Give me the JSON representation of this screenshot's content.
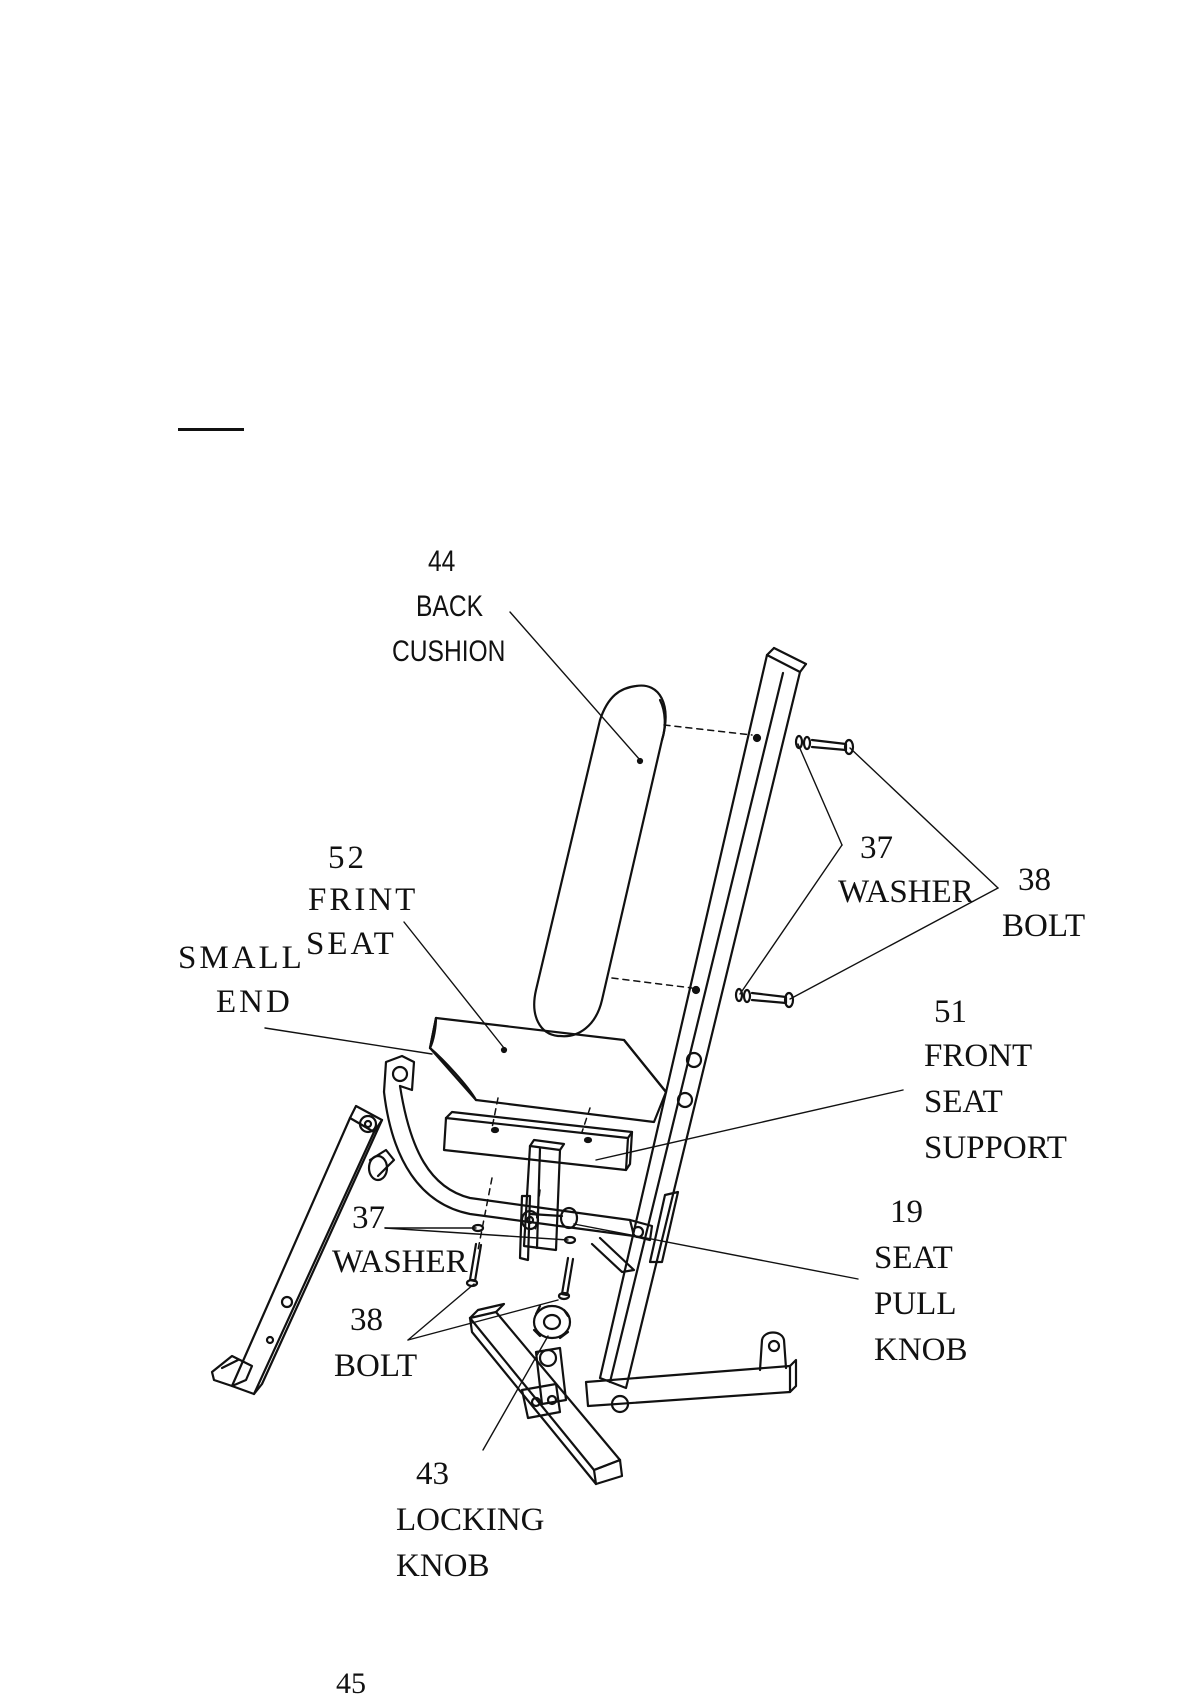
{
  "labels": {
    "back_cushion": {
      "num": "44",
      "line1": "BACK",
      "line2": "CUSHION"
    },
    "front_seat": {
      "num": "52",
      "line1": "FRINT",
      "line2": "SEAT"
    },
    "small_end": {
      "line1": "SMALL",
      "line2": "END"
    },
    "washer_top": {
      "num": "37",
      "line1": "WASHER"
    },
    "bolt_top": {
      "num": "38",
      "line1": "BOLT"
    },
    "front_seat_support": {
      "num": "51",
      "line1": "FRONT",
      "line2": "SEAT",
      "line3": "SUPPORT"
    },
    "seat_pull_knob": {
      "num": "19",
      "line1": "SEAT",
      "line2": "PULL",
      "line3": "KNOB"
    },
    "washer_bottom": {
      "num": "37",
      "line1": "WASHER"
    },
    "bolt_bottom": {
      "num": "38",
      "line1": "BOLT"
    },
    "locking_knob": {
      "num": "43",
      "line1": "LOCKING",
      "line2": "KNOB"
    }
  },
  "page_number": "45",
  "colors": {
    "line": "#111111",
    "background": "#ffffff"
  }
}
